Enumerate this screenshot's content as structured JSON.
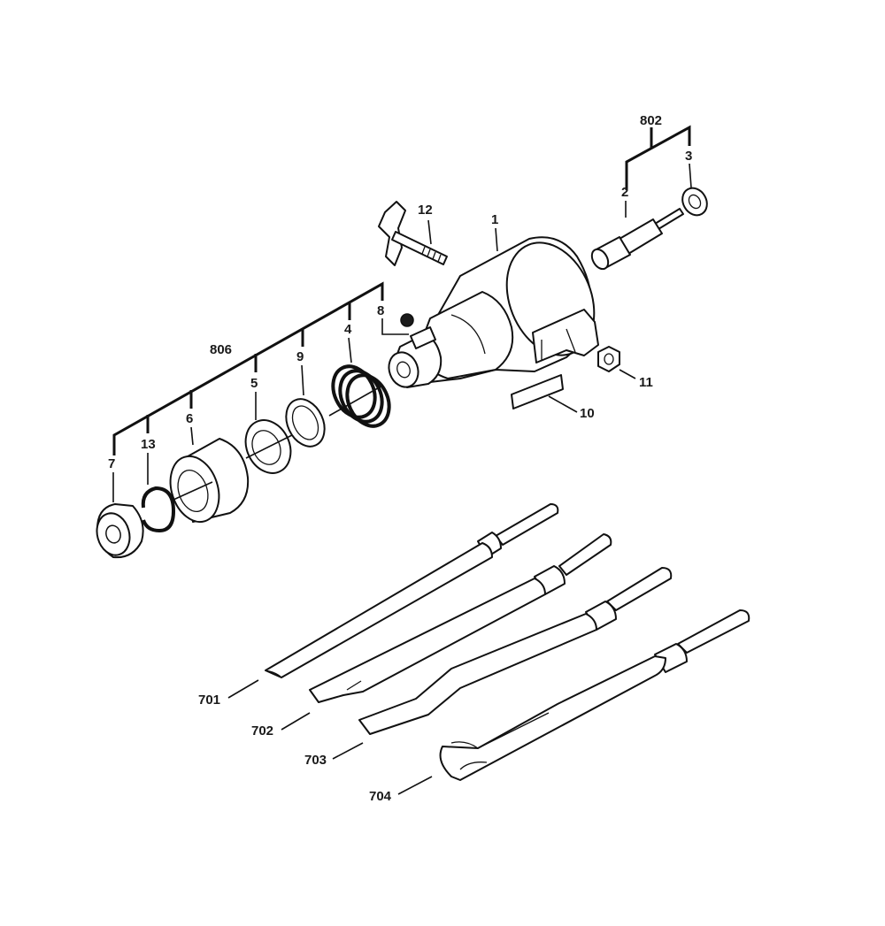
{
  "labels": {
    "l802": "802",
    "l3": "3",
    "l2": "2",
    "l12": "12",
    "l1": "1",
    "l8": "8",
    "l4": "4",
    "l9": "9",
    "l5": "5",
    "l806": "806",
    "l6": "6",
    "l13": "13",
    "l7": "7",
    "l11": "11",
    "l10": "10",
    "l701": "701",
    "l702": "702",
    "l703": "703",
    "l704": "704"
  }
}
